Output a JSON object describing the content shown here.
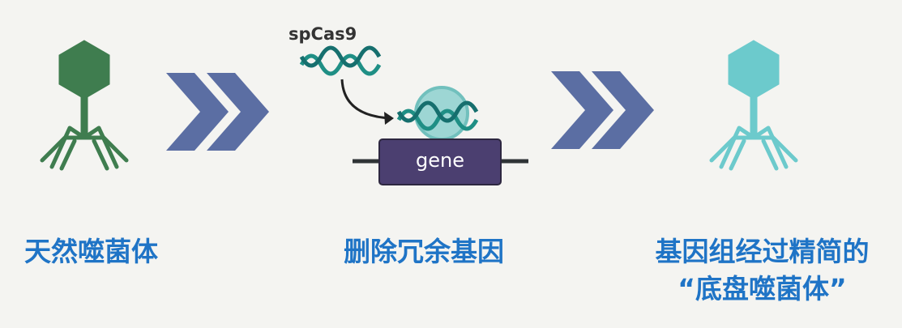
{
  "steps": [
    {
      "label": "天然噬菌体"
    },
    {
      "label": "删除冗余基因",
      "protein": "spCas9",
      "gene": "gene"
    },
    {
      "label_line1": "基因组经过精简的",
      "label_line2": "“底盘噬菌体”"
    }
  ],
  "colors": {
    "natural_phage": "#3f7d4f",
    "chassis_phage": "#6ccacc",
    "arrow": "#5b6ea3",
    "gene_box": "#4b3f70",
    "label": "#1f74c6"
  }
}
